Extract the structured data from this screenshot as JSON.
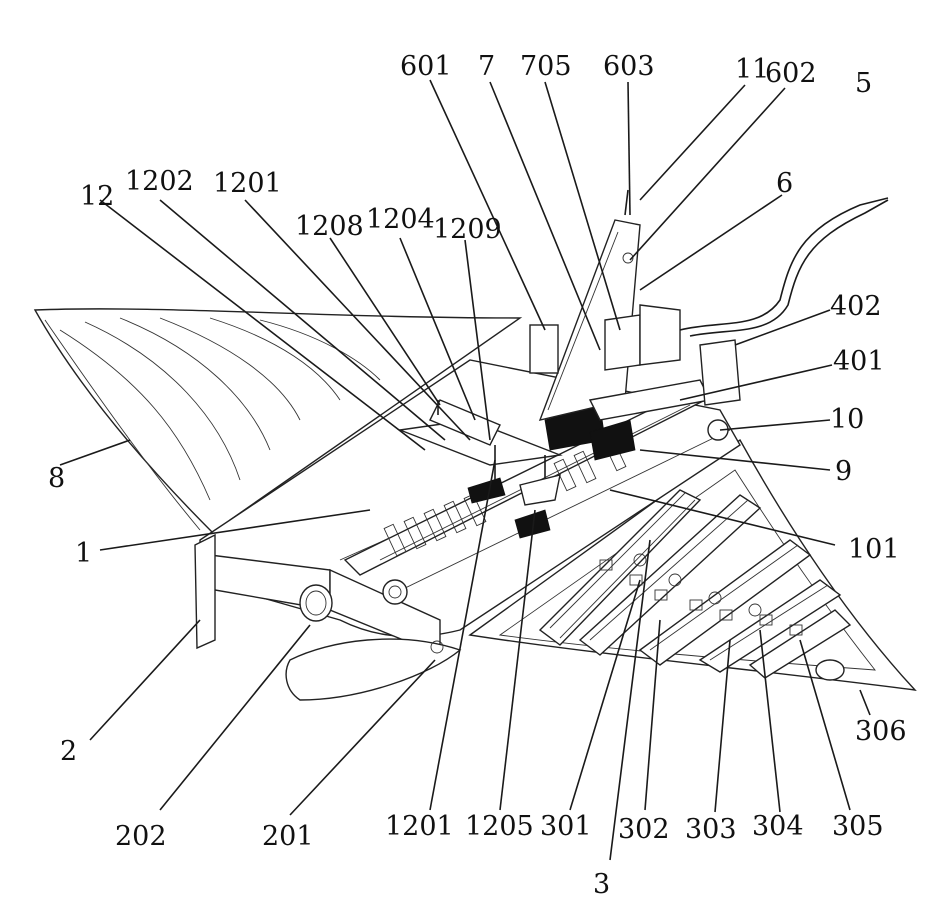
{
  "labels": {
    "l601": "601",
    "l7": "7",
    "l705": "705",
    "l603": "603",
    "l11": "11",
    "l602": "602",
    "l5": "5",
    "l6": "6",
    "l12": "12",
    "l1202": "1202",
    "l1201a": "1201",
    "l1208": "1208",
    "l1204": "1204",
    "l1209": "1209",
    "l402": "402",
    "l401": "401",
    "l10": "10",
    "l8": "8",
    "l9": "9",
    "l1": "1",
    "l101": "101",
    "l2": "2",
    "l306": "306",
    "l202": "202",
    "l201": "201",
    "l1201b": "1201",
    "l1205": "1205",
    "l301": "301",
    "l302": "302",
    "l303": "303",
    "l304": "304",
    "l305": "305",
    "l3": "3"
  }
}
